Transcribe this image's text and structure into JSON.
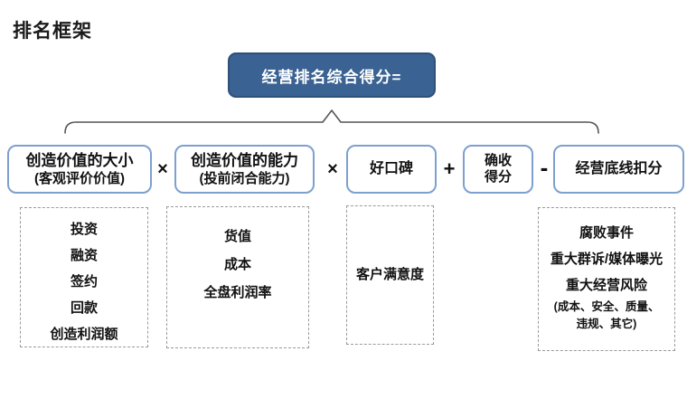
{
  "page": {
    "title": "排名框架"
  },
  "header": {
    "label": "经营排名综合得分="
  },
  "formula": {
    "terms": [
      {
        "line1": "创造价值的大小",
        "line2": "(客观评价价值)"
      },
      {
        "line1": "创造价值的能力",
        "line2": "(投前闭合能力)"
      },
      {
        "line1": "好口碑",
        "line2": ""
      },
      {
        "line1": "确收",
        "line2": "得分"
      },
      {
        "line1": "经营底线扣分",
        "line2": ""
      }
    ],
    "operators": [
      "×",
      "×",
      "+",
      "-"
    ]
  },
  "details": [
    {
      "items": {
        "0": "投资",
        "1": "融资",
        "2": "签约",
        "3": "回款",
        "4": "创造利润额"
      }
    },
    {
      "items": {
        "0": "货值",
        "1": "成本",
        "2": "全盘利润率"
      }
    },
    {
      "items": {
        "0": "客户满意度"
      }
    },
    {
      "items": {
        "0": "腐败事件",
        "1": "重大群诉/媒体曝光",
        "2": "重大经营风险"
      },
      "note_lines": {
        "0": "(成本、安全、质量、",
        "1": "违规、其它)"
      }
    }
  ],
  "colors": {
    "header_fill": "#3a6292",
    "header_border": "#2e5079",
    "header_text": "#ffffff",
    "term_border": "#7da0cf",
    "dashed_border": "#9a9a9a",
    "brace_line": "#555555",
    "text": "#111111"
  }
}
